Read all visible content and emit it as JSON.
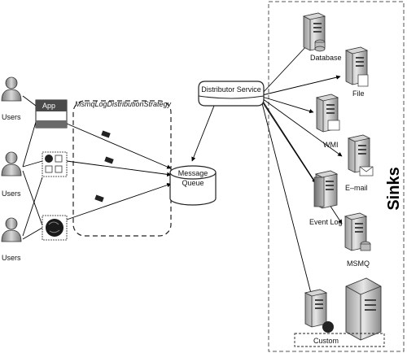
{
  "users": {
    "label_1": "Users",
    "label_2": "Users",
    "label_3": "Users"
  },
  "app_box": {
    "label": "App"
  },
  "strategy": {
    "label": "MsmqLogDistributionStrategy"
  },
  "queue": {
    "line1": "Message",
    "line2": "Queue"
  },
  "distributor": {
    "label": "Distributor Service"
  },
  "sinks": {
    "title": "Sinks",
    "database": "Database",
    "file": "File",
    "wmi": "WMI",
    "email": "E–mail",
    "event_log": "Event Log",
    "msmq": "MSMQ",
    "custom": "Custom"
  },
  "icons": {
    "user": "user-icon",
    "server": "server-icon",
    "message": "envelope-icon"
  }
}
